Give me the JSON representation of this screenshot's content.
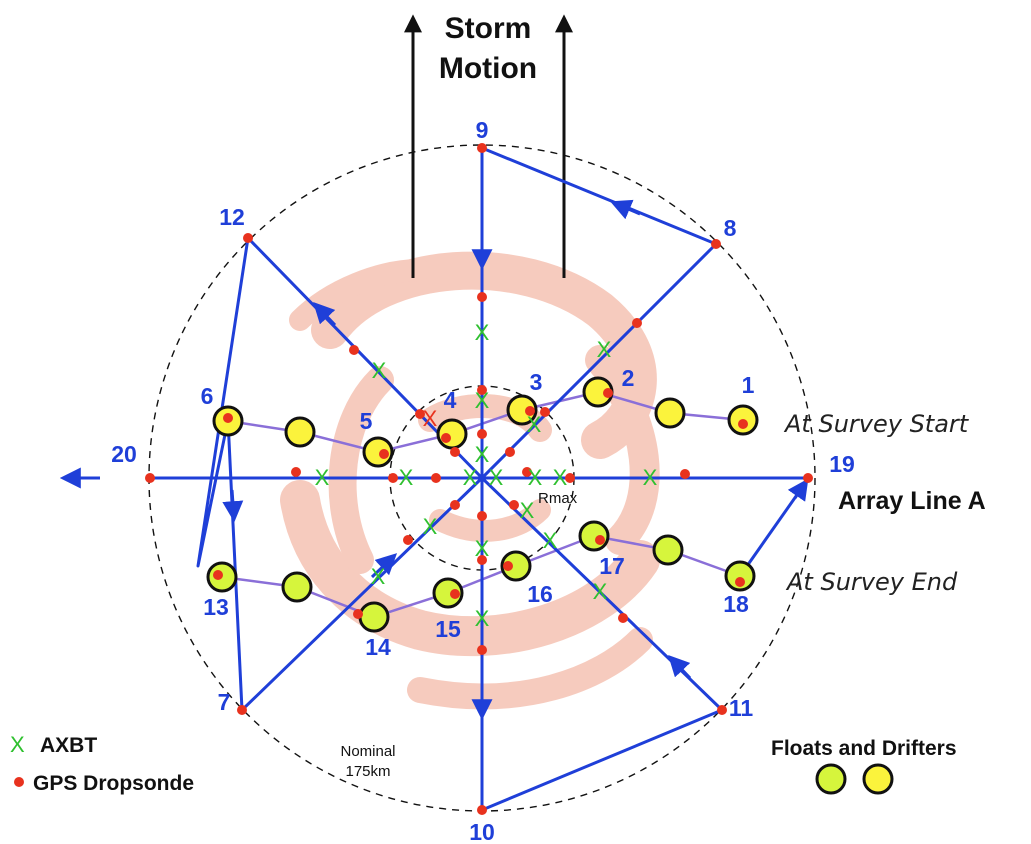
{
  "title": {
    "line1": "Storm",
    "line2": "Motion"
  },
  "labels": {
    "array_line": "Array Line A",
    "survey_start": "At Survey Start",
    "survey_end": "At Survey End",
    "rmax": "Rmax",
    "nominal_line1": "Nominal",
    "nominal_line2": "175km"
  },
  "legend": {
    "axbt_symbol": "X",
    "axbt": "AXBT",
    "dropsonde": "GPS Dropsonde",
    "floats": "Floats and Drifters"
  },
  "waypoints": [
    "1",
    "2",
    "3",
    "4",
    "5",
    "6",
    "7",
    "8",
    "9",
    "10",
    "11",
    "12",
    "13",
    "14",
    "15",
    "16",
    "17",
    "18",
    "19",
    "20"
  ],
  "colors": {
    "flight_track": "#1f3fd8",
    "drift_track": "#8a6fd8",
    "dropsonde": "#e8321e",
    "axbt": "#2fc02f",
    "float_green": "#d6f53c",
    "float_yellow": "#fbf33c",
    "storm_swirl": "#f3b6a3"
  }
}
